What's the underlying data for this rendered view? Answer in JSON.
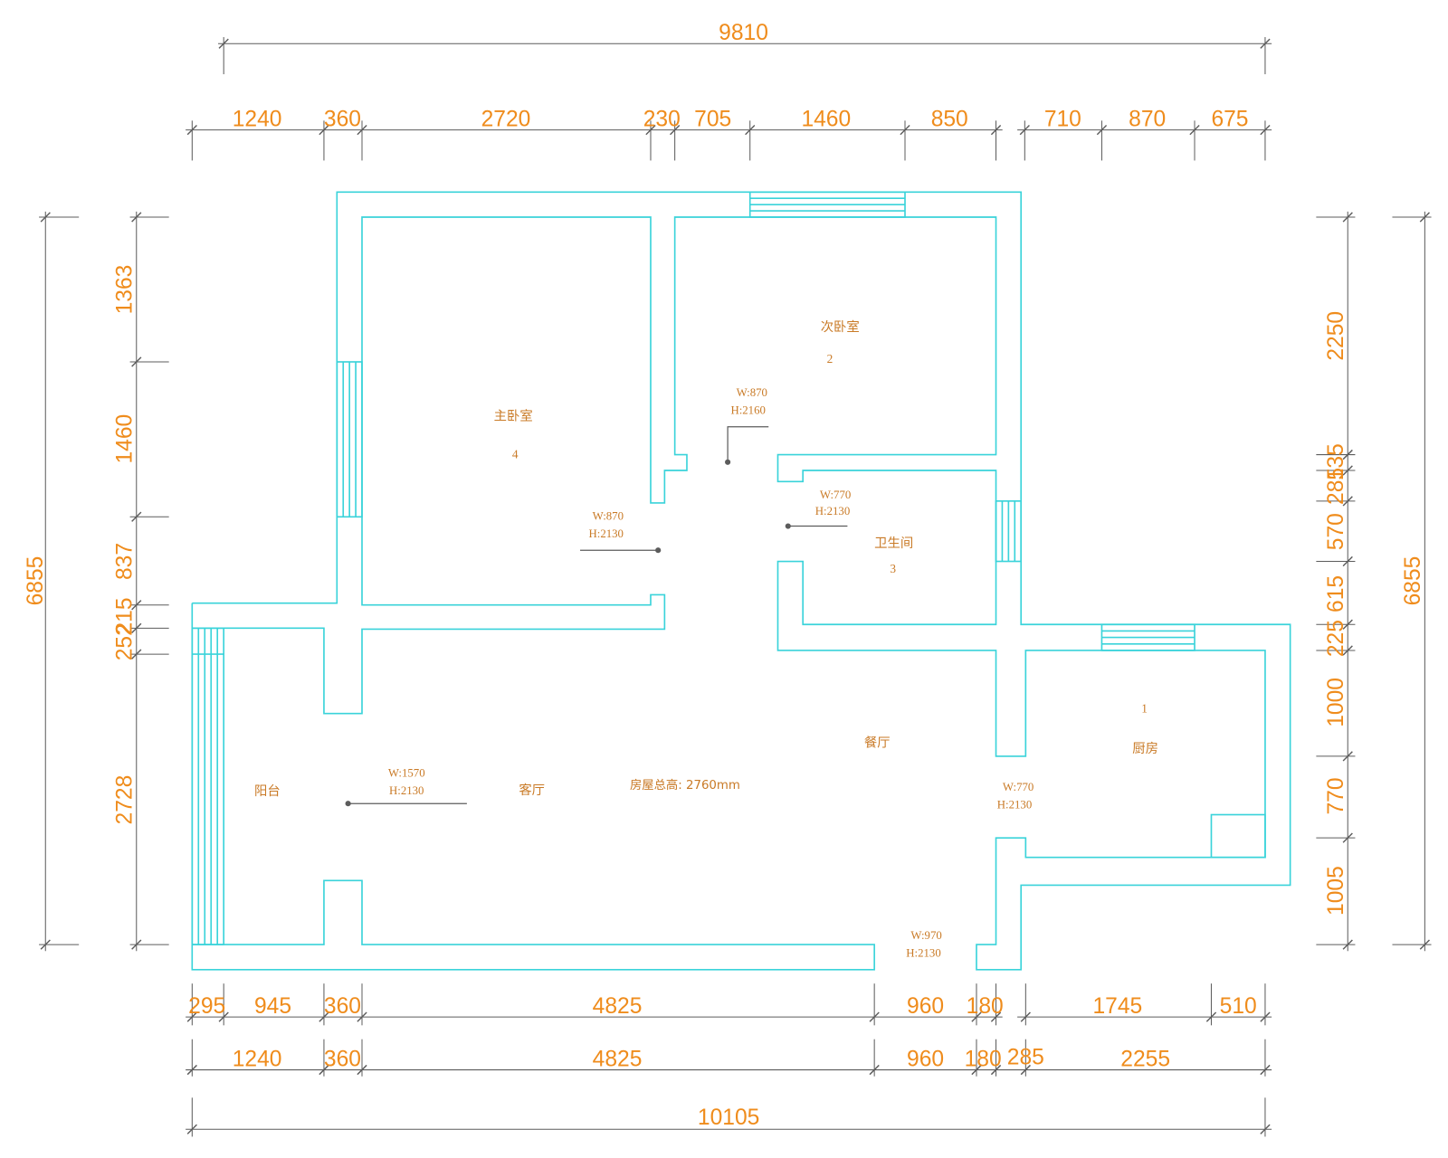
{
  "colors": {
    "wall": "#3ad3da",
    "dimension_text": "#ef8c1c",
    "label_text": "#c97a26",
    "dimension_line": "#5c5c5c"
  },
  "dimensions": {
    "top_overall": "9810",
    "top": [
      "1240",
      "360",
      "2720",
      "230",
      "705",
      "1460",
      "850",
      "710",
      "870",
      "675"
    ],
    "left_overall": "6855",
    "left": [
      "1363",
      "1460",
      "837",
      "215",
      "252",
      "2728"
    ],
    "right_overall": "6855",
    "right": [
      "2250",
      "135",
      "285",
      "570",
      "615",
      "225",
      "1000",
      "770",
      "1005"
    ],
    "bottom_row1": [
      "295",
      "945",
      "360",
      "4825",
      "960",
      "180",
      "1745",
      "510"
    ],
    "bottom_row2": [
      "1240",
      "360",
      "4825",
      "960",
      "180",
      "285",
      "2255"
    ],
    "bottom_overall": "10105"
  },
  "rooms": {
    "master_bedroom": {
      "name": "主卧室",
      "number": "4"
    },
    "second_bedroom": {
      "name": "次卧室",
      "number": "2"
    },
    "bathroom": {
      "name": "卫生间",
      "number": "3"
    },
    "kitchen": {
      "name": "厨房",
      "number": "1"
    },
    "balcony": {
      "name": "阳台"
    },
    "living_room": {
      "name": "客厅"
    },
    "dining_room": {
      "name": "餐厅"
    }
  },
  "notes": {
    "total_height": "房屋总高: 2760mm"
  },
  "openings": {
    "master_bedroom_door": {
      "width": "W:870",
      "height": "H:2130"
    },
    "second_bedroom_door": {
      "width": "W:870",
      "height": "H:2160"
    },
    "bathroom_door": {
      "width": "W:770",
      "height": "H:2130"
    },
    "balcony_door": {
      "width": "W:1570",
      "height": "H:2130"
    },
    "kitchen_door": {
      "width": "W:770",
      "height": "H:2130"
    },
    "entrance_door": {
      "width": "W:970",
      "height": "H:2130"
    }
  }
}
